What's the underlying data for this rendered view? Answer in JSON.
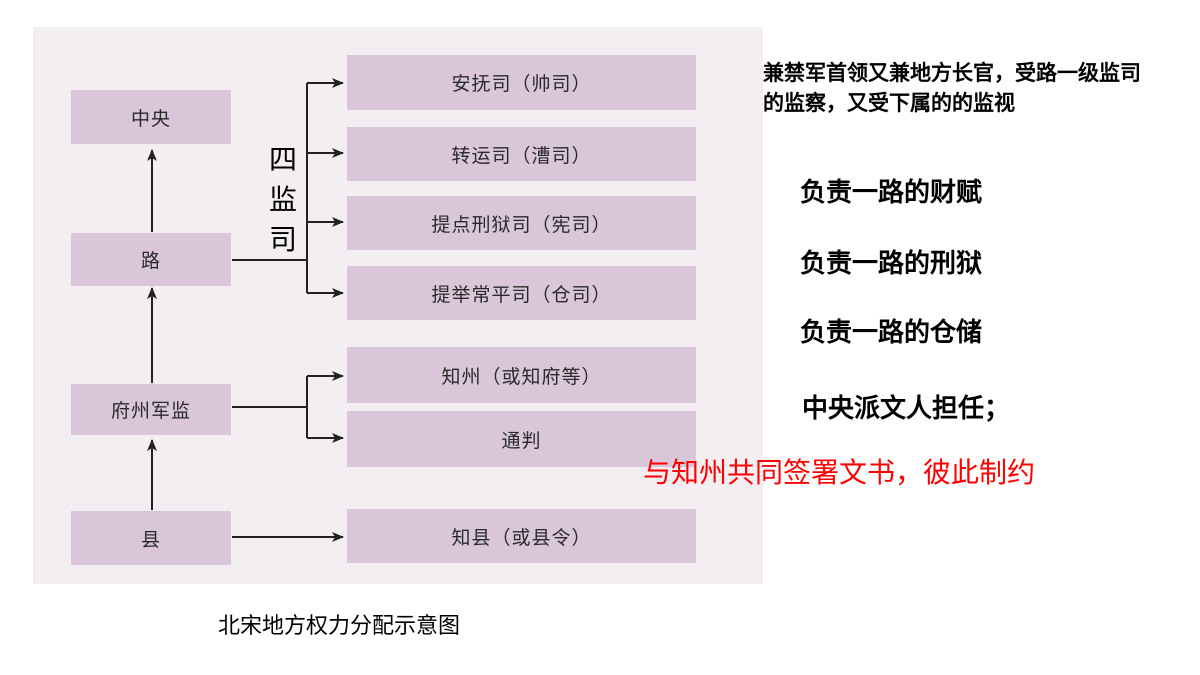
{
  "diagram": {
    "caption": "北宋地方权力分配示意图",
    "group_label": "四监司",
    "left_nodes": {
      "central": "中央",
      "lu": "路",
      "fuzhou": "府州军监",
      "xian": "县"
    },
    "right_nodes": {
      "anfu": "安抚司（帅司）",
      "zhuanyun": "转运司（漕司）",
      "tidian": "提点刑狱司（宪司）",
      "tiju": "提举常平司（仓司）",
      "zhizhou": "知州（或知府等）",
      "tongpan": "通判",
      "zhixian": "知县（或县令）"
    }
  },
  "annotations": {
    "anfu_note": "兼禁军首领又兼地方长官，受路一级监司的监察，又受下属的的监视",
    "zhuanyun_note": "负责一路的财赋",
    "tidian_note": "负责一路的刑狱",
    "tiju_note": "负责一路的仓储",
    "zhizhou_note": "中央派文人担任；",
    "tongpan_note": "与知州共同签署文书，彼此制约"
  },
  "colors": {
    "box_fill": "#d9c6d8",
    "panel_bg": "#f3eef1",
    "highlight_text": "#ff0000"
  }
}
